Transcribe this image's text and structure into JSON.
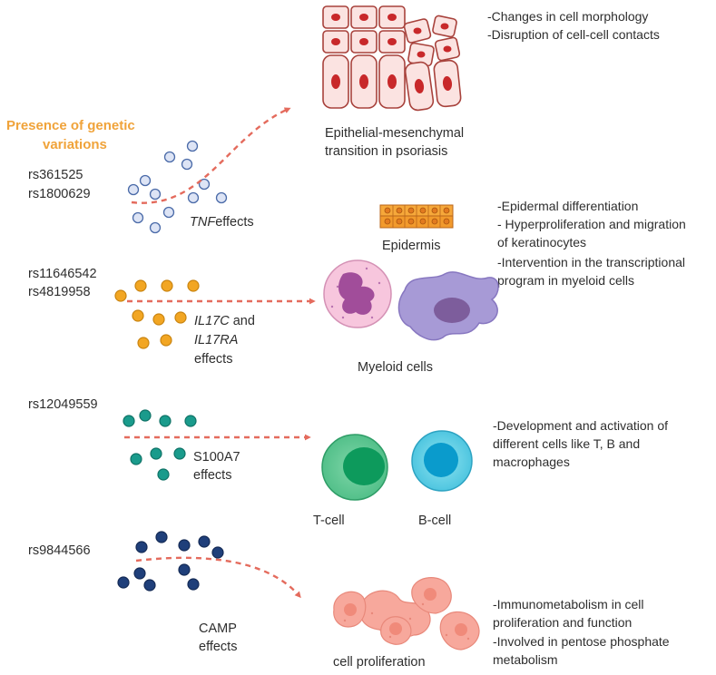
{
  "heading": {
    "line1": "Presence of  genetic",
    "line2": "variations",
    "color": "#f0a33a"
  },
  "rows": [
    {
      "snps": [
        "rs361525",
        "rs1800629"
      ],
      "effect": {
        "gene": "TNF",
        "suffix": "effects"
      },
      "dot_color": "#dde4f5",
      "dot_stroke": "#4a6aa8",
      "target": {
        "label_lines": [
          "Epithelial-mesenchymal",
          "transition in psoriasis"
        ]
      },
      "notes": [
        "-Changes in cell morphology",
        "-Disruption of cell-cell contacts"
      ]
    },
    {
      "snps": [
        "rs11646542",
        "rs4819958"
      ],
      "effect": {
        "gene1": "IL17C",
        "joiner": "and",
        "gene2": "IL17RA",
        "suffix": "effects"
      },
      "dot_color": "#f2a623",
      "dot_stroke": "#c98410",
      "target": {
        "epidermis_label": "Epidermis",
        "cells_label": "Myeloid cells"
      },
      "notes": [
        "-Epidermal differentiation",
        "- Hyperproliferation and migration",
        "of keratinocytes",
        "-Intervention in the transcriptional",
        "program in myeloid cells"
      ]
    },
    {
      "snps": [
        "rs12049559"
      ],
      "effect": {
        "line1": "S100A7",
        "line2": "effects"
      },
      "dot_color": "#1a9b8c",
      "dot_stroke": "#0f7266",
      "target": {
        "tcell_label": "T-cell",
        "bcell_label": "B-cell"
      },
      "notes": [
        "-Development and activation of",
        "different cells like T, B and",
        "macrophages"
      ]
    },
    {
      "snps": [
        "rs9844566"
      ],
      "effect": {
        "line1": "CAMP",
        "line2": "effects"
      },
      "dot_color": "#1f3f7a",
      "dot_stroke": "#142a55",
      "target": {
        "label": "cell proliferation"
      },
      "notes": [
        "-Immunometabolism  in cell",
        "proliferation and function",
        "-Involved in pentose phosphate",
        "metabolism"
      ]
    }
  ],
  "colors": {
    "arrow": "#e46b5d",
    "epithelial_fill": "#fbe3e1",
    "epithelial_stroke": "#a8423c",
    "nucleus": "#c8282a"
  }
}
